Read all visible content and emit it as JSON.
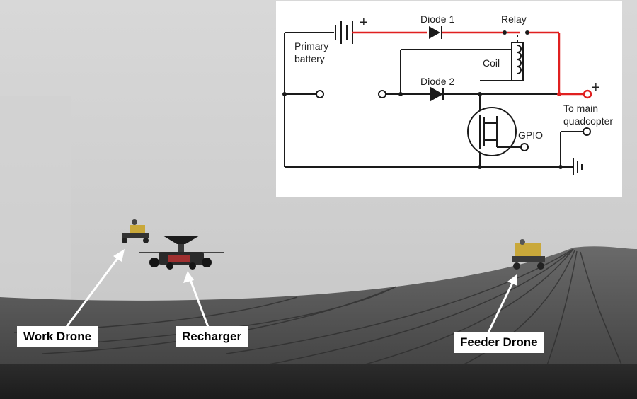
{
  "labels": {
    "work_drone": "Work Drone",
    "recharger": "Recharger",
    "feeder_drone": "Feeder Drone"
  },
  "circuit": {
    "diode1": "Diode 1",
    "relay": "Relay",
    "primary_battery_line1": "Primary",
    "primary_battery_line2": "battery",
    "coil": "Coil",
    "diode2": "Diode 2",
    "plus": "+",
    "to_main_line1": "To main",
    "to_main_line2": "quadcopter",
    "gpio": "GPIO"
  },
  "colors": {
    "wire": "#1a1a1a",
    "highlight": "#e02020",
    "label_bg": "#ffffff"
  }
}
